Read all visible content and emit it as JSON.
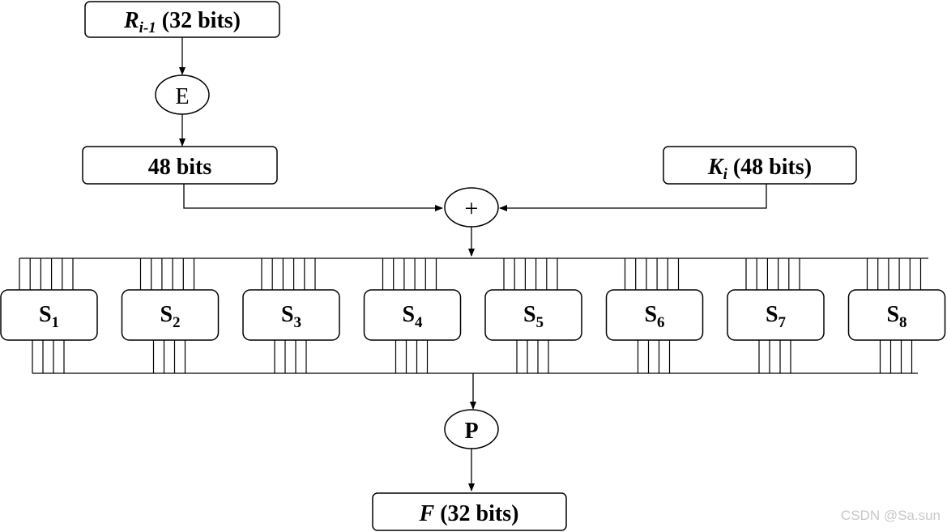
{
  "boxes": {
    "r_in": {
      "main": "R",
      "sub": "i-1",
      "rest": " (32 bits)"
    },
    "e_op": {
      "label": "E"
    },
    "expanded": {
      "label": "48 bits"
    },
    "key": {
      "main": "K",
      "sub": "i",
      "rest": " (48 bits)"
    },
    "xor_op": {
      "label": "+"
    },
    "p_op": {
      "label": "P"
    },
    "f_out": {
      "main": "F",
      "rest": " (32 bits)"
    }
  },
  "sboxes": [
    {
      "main": "S",
      "sub": "1"
    },
    {
      "main": "S",
      "sub": "2"
    },
    {
      "main": "S",
      "sub": "3"
    },
    {
      "main": "S",
      "sub": "4"
    },
    {
      "main": "S",
      "sub": "5"
    },
    {
      "main": "S",
      "sub": "6"
    },
    {
      "main": "S",
      "sub": "7"
    },
    {
      "main": "S",
      "sub": "8"
    }
  ],
  "watermark": "CSDN @Sa.sun"
}
